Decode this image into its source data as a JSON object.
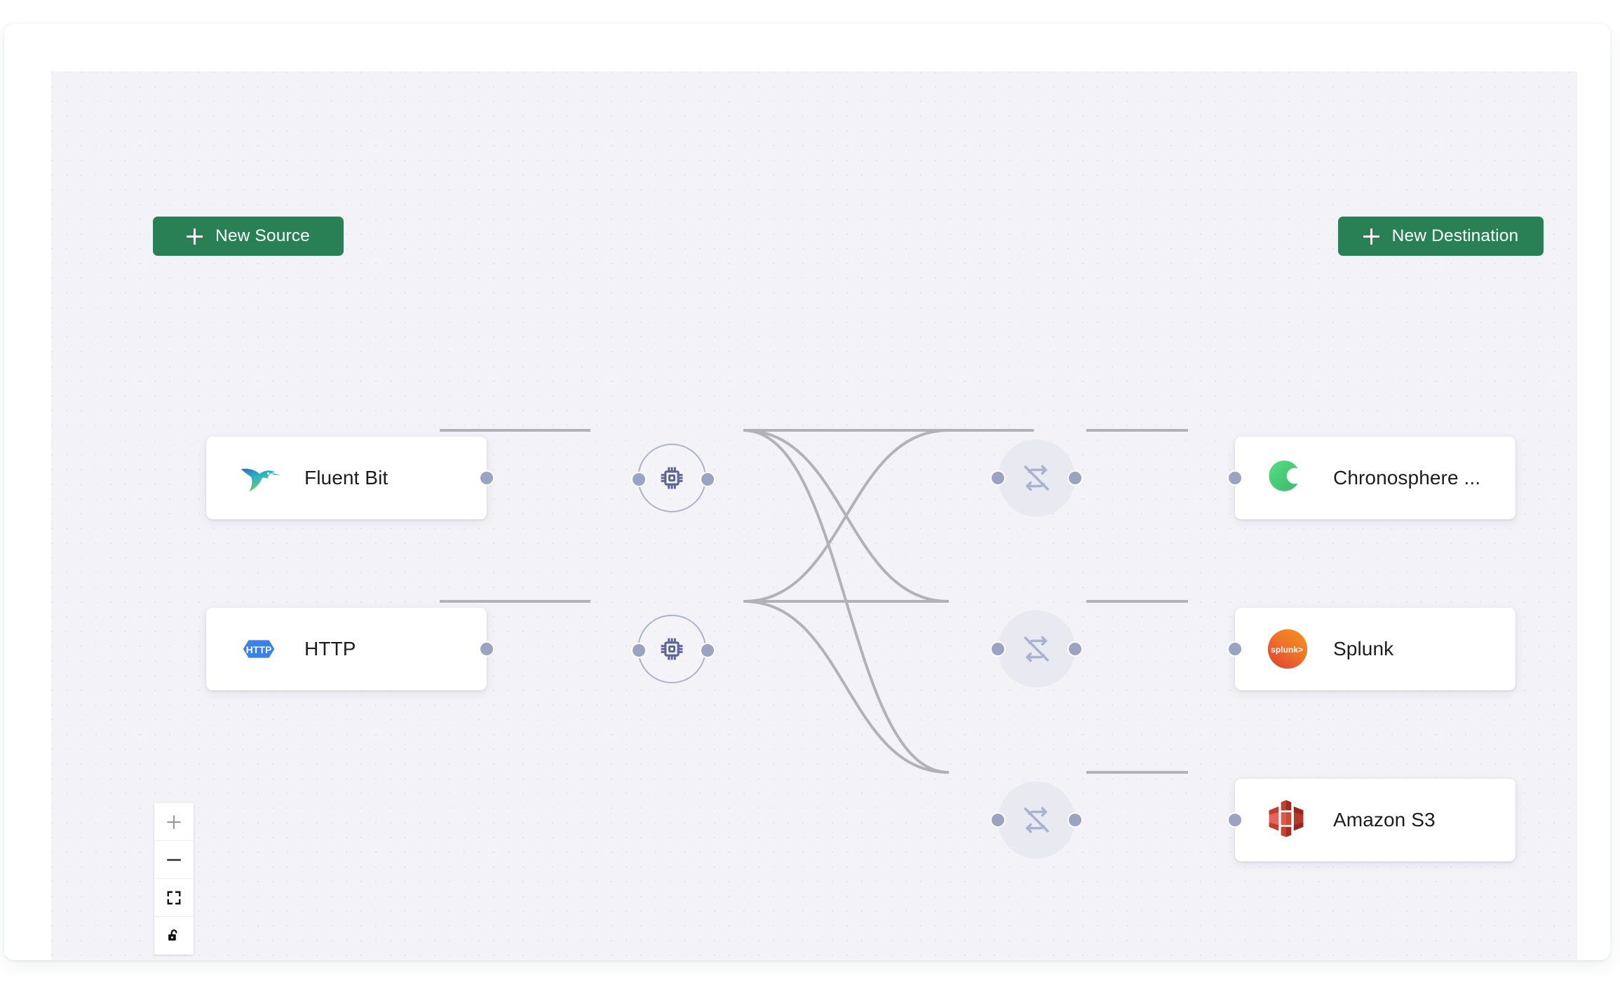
{
  "canvas": {
    "background_color": "#f2f2f7",
    "dot_color": "#e4e4ee"
  },
  "toolbar": {
    "new_source_label": "New Source",
    "new_destination_label": "New Destination",
    "button_color": "#2a8055",
    "plus_icon": "plus-icon"
  },
  "sources": [
    {
      "id": "fluentbit",
      "label": "Fluent Bit",
      "logo": "fluent-bit-logo",
      "logo_colors": [
        "#2b6cb8",
        "#29b4c6",
        "#7cc36a"
      ]
    },
    {
      "id": "http",
      "label": "HTTP",
      "logo": "http-logo",
      "logo_text": "HTTP",
      "logo_colors": [
        "#3b82e8"
      ]
    }
  ],
  "processors": [
    {
      "id": "proc-fluentbit",
      "icon": "cpu-chip-icon",
      "color": "#5c6593"
    },
    {
      "id": "proc-http",
      "icon": "cpu-chip-icon",
      "color": "#5c6593"
    }
  ],
  "destination_processors": [
    {
      "id": "dproc-chronosphere",
      "icon": "no-repeat-icon",
      "color": "#aab2cd"
    },
    {
      "id": "dproc-splunk",
      "icon": "no-repeat-icon",
      "color": "#aab2cd"
    },
    {
      "id": "dproc-s3",
      "icon": "no-repeat-icon",
      "color": "#aab2cd"
    }
  ],
  "destinations": [
    {
      "id": "chronosphere",
      "label": "Chronosphere ...",
      "logo": "chronosphere-logo",
      "logo_colors": [
        "#4ed47d",
        "#3ebd6c"
      ]
    },
    {
      "id": "splunk",
      "label": "Splunk",
      "logo": "splunk-logo",
      "logo_text": "splunk>",
      "logo_colors": [
        "#f07f28",
        "#e2442f"
      ]
    },
    {
      "id": "s3",
      "label": "Amazon S3",
      "logo": "amazon-s3-logo",
      "logo_colors": [
        "#e2574c",
        "#b0342a"
      ]
    }
  ],
  "edges": {
    "stroke_color": "#b1b1b7",
    "handle_color": "#9aa3c2",
    "connections": [
      "fluentbit -> proc-fluentbit",
      "http -> proc-http",
      "proc-fluentbit -> dproc-chronosphere",
      "proc-fluentbit -> dproc-splunk",
      "proc-fluentbit -> dproc-s3",
      "proc-http -> dproc-chronosphere",
      "proc-http -> dproc-splunk",
      "proc-http -> dproc-s3",
      "dproc-chronosphere -> chronosphere",
      "dproc-splunk -> splunk",
      "dproc-s3 -> s3"
    ]
  },
  "zoom_controls": [
    {
      "id": "zoom-in",
      "icon": "plus-icon",
      "title": "zoom in"
    },
    {
      "id": "zoom-out",
      "icon": "minus-icon",
      "title": "zoom out"
    },
    {
      "id": "fit-view",
      "icon": "fit-view-icon",
      "title": "fit view"
    },
    {
      "id": "toggle-interactivity",
      "icon": "unlock-icon",
      "title": "unlock"
    }
  ]
}
